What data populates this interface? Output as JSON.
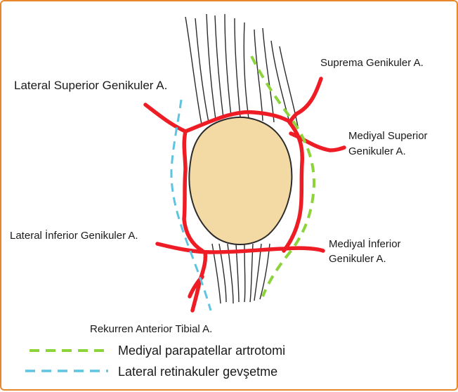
{
  "colors": {
    "frame": "#e8872b",
    "artery": "#ee1c24",
    "patella_fill": "#f3d9a4",
    "patella_stroke": "#2b2b2b",
    "tendon": "#2b2b2b",
    "medial_incision": "#8cd43a",
    "lateral_release": "#5ec4e0"
  },
  "labels": {
    "suprema": "Suprema Genikuler A.",
    "lat_sup": "Lateral Superior Genikuler A.",
    "med_sup_1": "Mediyal Superior",
    "med_sup_2": "Genikuler A.",
    "lat_inf": "Lateral İnferior Genikuler A.",
    "med_inf_1": "Mediyal  İnferior",
    "med_inf_2": "Genikuler A.",
    "rekurren": "Rekurren Anterior Tibial A."
  },
  "legend": {
    "medial": "Mediyal parapatellar artrotomi",
    "lateral": "Lateral retinakuler gevşetme"
  }
}
